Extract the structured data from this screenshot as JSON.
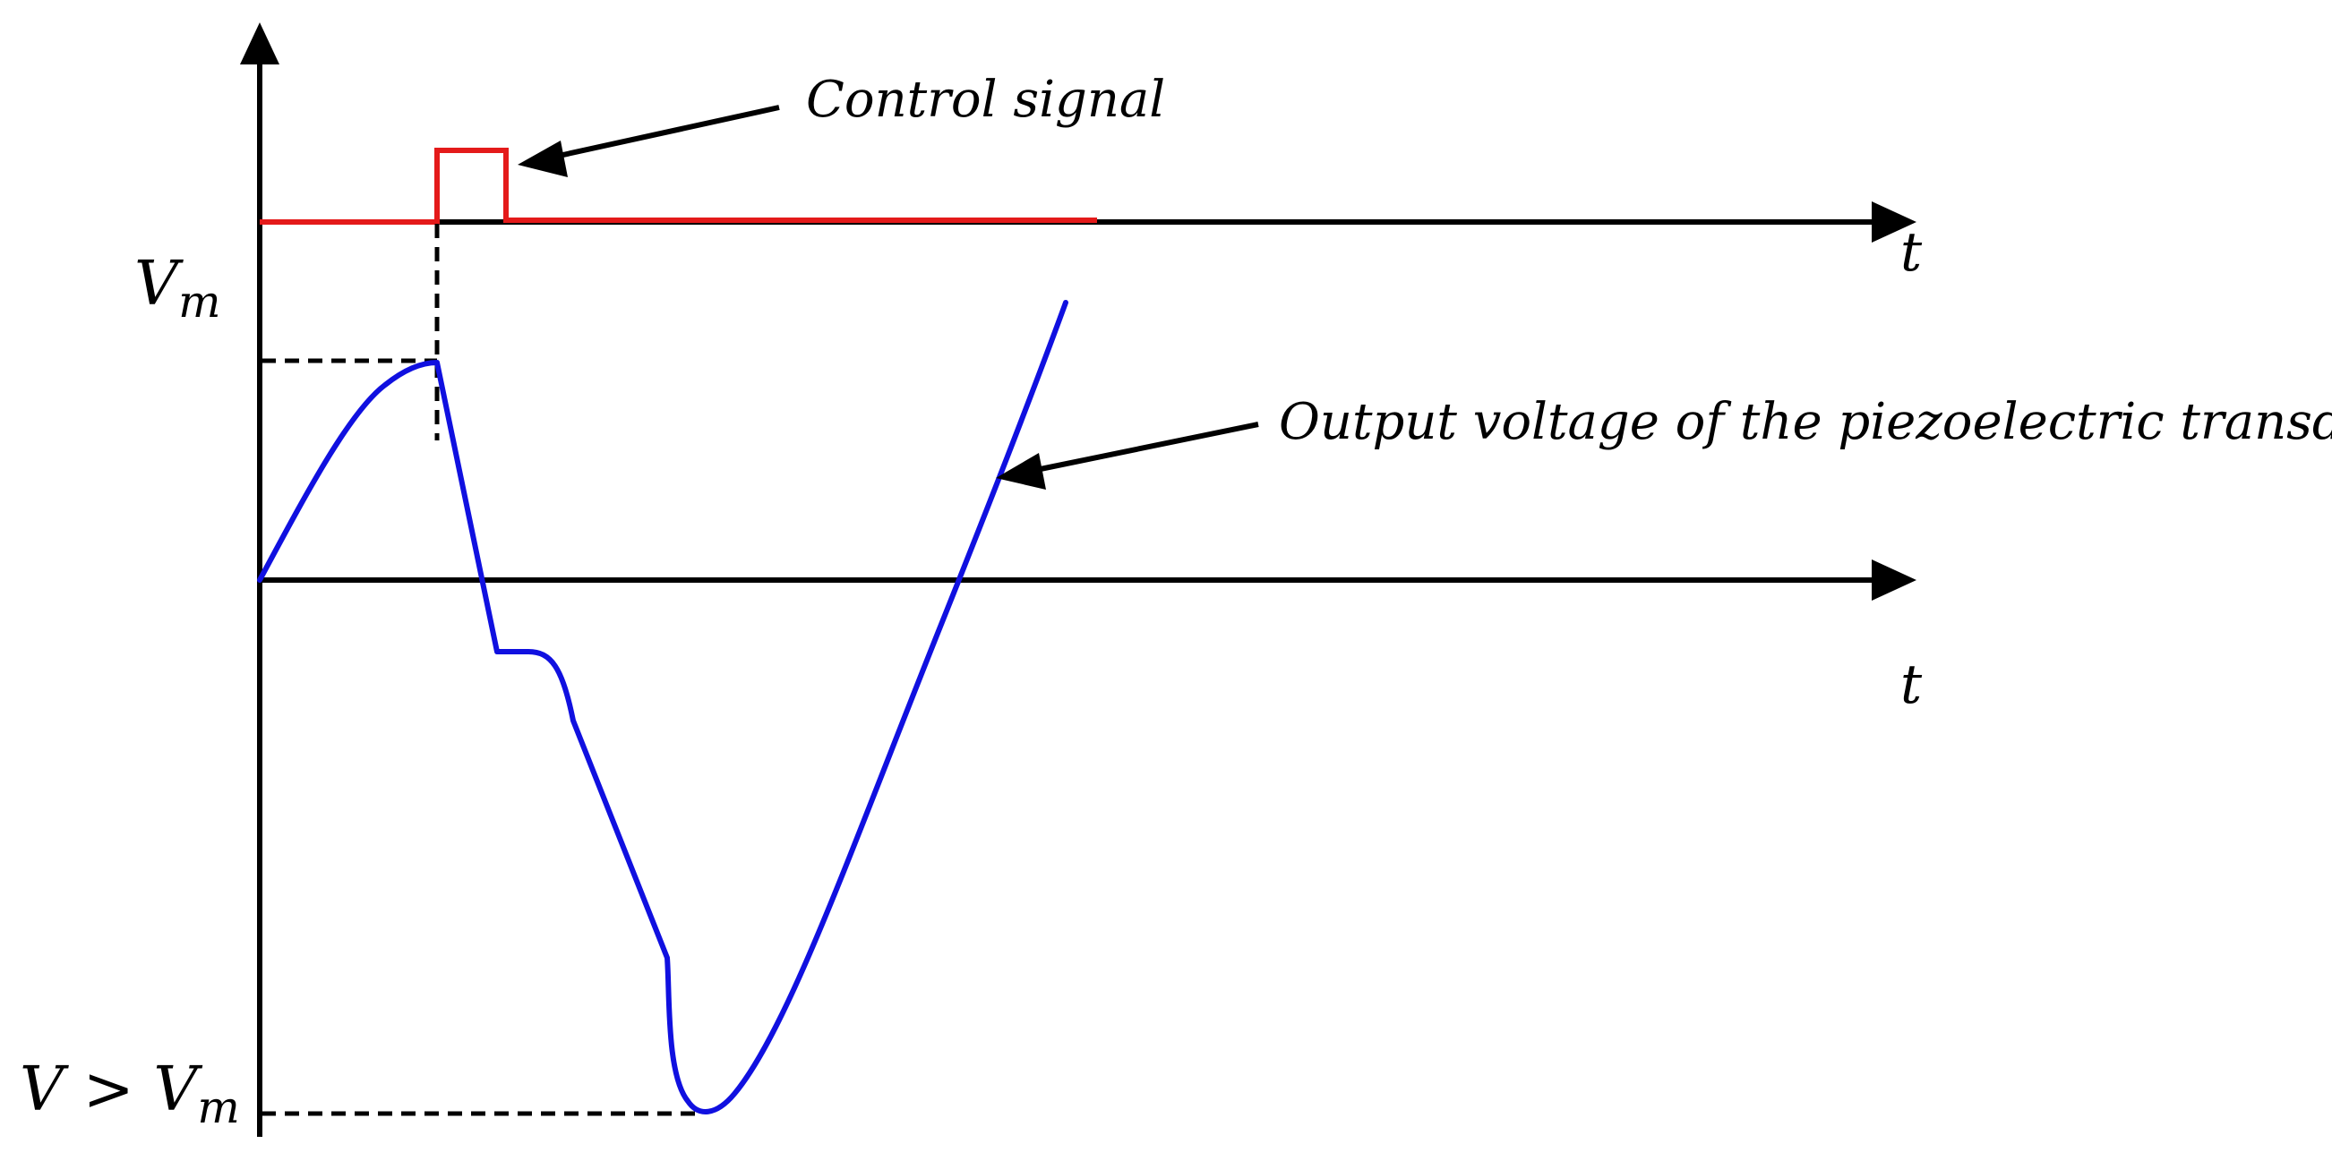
{
  "labels": {
    "axis_t_top": "t",
    "axis_t_bottom": "t",
    "vm_main": "V",
    "vm_sub": "m",
    "vgt_main": "V > V",
    "vgt_sub": "m",
    "control_signal": "Control signal",
    "output_voltage": "Output voltage of the piezoelectric transducer"
  },
  "colors": {
    "axis": "#000000",
    "control_signal": "#e41a1a",
    "output_voltage": "#1010e0",
    "guide": "#000000"
  }
}
